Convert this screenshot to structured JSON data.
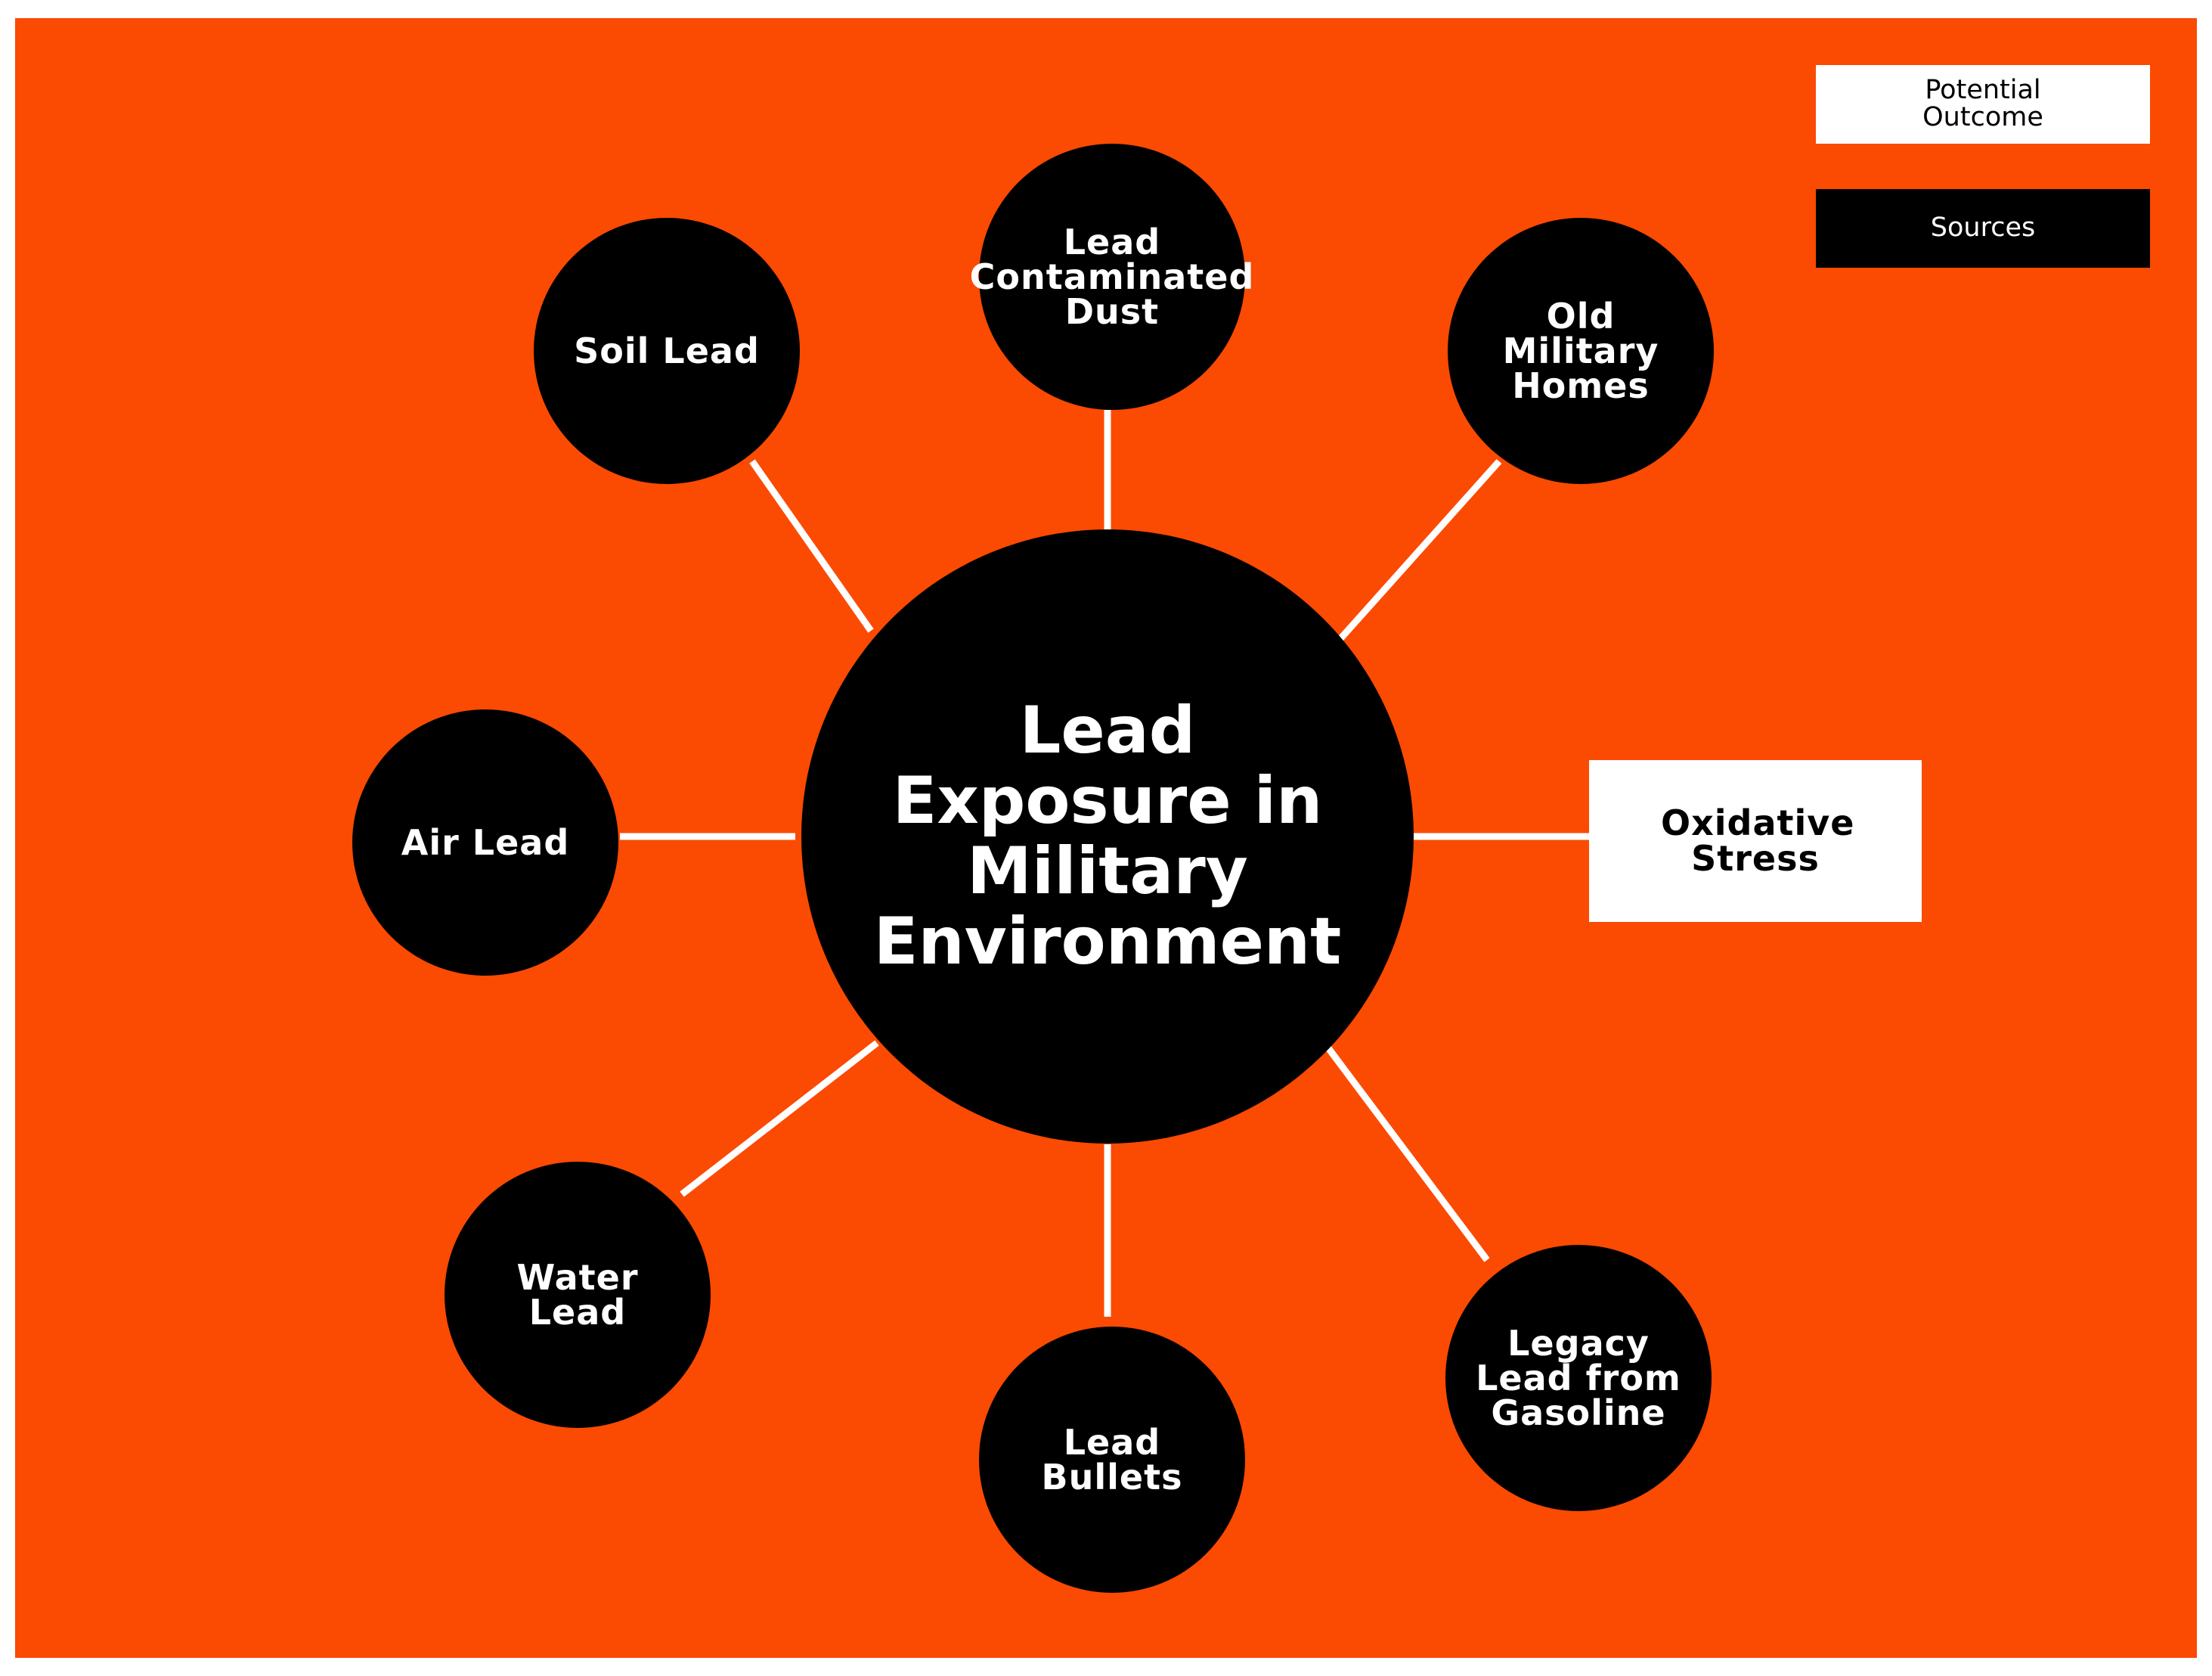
{
  "center": {
    "label": "Lead Exposure in Military Environment"
  },
  "sources": [
    {
      "id": "soil-lead",
      "label": "Soil Lead"
    },
    {
      "id": "lead-contaminated-dust",
      "label": "Lead Contaminated Dust"
    },
    {
      "id": "old-military-homes",
      "label": "Old Military Homes"
    },
    {
      "id": "air-lead",
      "label": "Air Lead"
    },
    {
      "id": "water-lead",
      "label": "Water Lead"
    },
    {
      "id": "lead-bullets",
      "label": "Lead Bullets"
    },
    {
      "id": "legacy-lead-from-gasoline",
      "label": "Legacy Lead from Gasoline"
    }
  ],
  "outcome": {
    "label": "Oxidative Stress"
  },
  "legend": {
    "outcome_label": "Potential Outcome",
    "sources_label": "Sources"
  },
  "colors": {
    "background": "#fb4a02",
    "node_fill": "#000000",
    "node_text": "#ffffff",
    "connector": "#ffffff",
    "outcome_fill": "#ffffff",
    "outcome_text": "#000000"
  }
}
